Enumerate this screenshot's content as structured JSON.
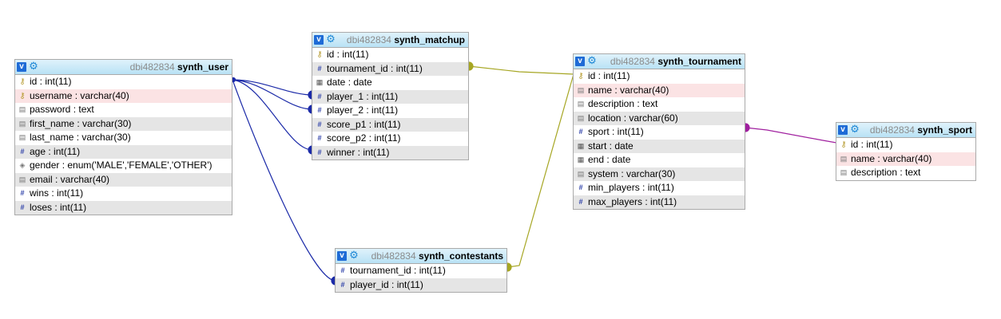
{
  "db_name": "dbi482834",
  "tables": {
    "synth_user": {
      "db": "dbi482834",
      "name": "synth_user",
      "columns": [
        {
          "text": "id : int(11)",
          "icon": "key-icon"
        },
        {
          "text": "username : varchar(40)",
          "icon": "key-icon"
        },
        {
          "text": "password : text",
          "icon": "text-icon"
        },
        {
          "text": "first_name : varchar(30)",
          "icon": "text-icon"
        },
        {
          "text": "last_name : varchar(30)",
          "icon": "text-icon"
        },
        {
          "text": "age : int(11)",
          "icon": "number-icon"
        },
        {
          "text": "gender : enum('MALE','FEMALE','OTHER')",
          "icon": "enum-icon"
        },
        {
          "text": "email : varchar(40)",
          "icon": "text-icon"
        },
        {
          "text": "wins : int(11)",
          "icon": "number-icon"
        },
        {
          "text": "loses : int(11)",
          "icon": "number-icon"
        }
      ]
    },
    "synth_matchup": {
      "db": "dbi482834",
      "name": "synth_matchup",
      "columns": [
        {
          "text": "id : int(11)",
          "icon": "key-icon"
        },
        {
          "text": "tournament_id : int(11)",
          "icon": "number-icon"
        },
        {
          "text": "date : date",
          "icon": "date-icon"
        },
        {
          "text": "player_1 : int(11)",
          "icon": "number-icon"
        },
        {
          "text": "player_2 : int(11)",
          "icon": "number-icon"
        },
        {
          "text": "score_p1 : int(11)",
          "icon": "number-icon"
        },
        {
          "text": "score_p2 : int(11)",
          "icon": "number-icon"
        },
        {
          "text": "winner : int(11)",
          "icon": "number-icon"
        }
      ]
    },
    "synth_tournament": {
      "db": "dbi482834",
      "name": "synth_tournament",
      "columns": [
        {
          "text": "id : int(11)",
          "icon": "key-icon"
        },
        {
          "text": "name : varchar(40)",
          "icon": "text-icon"
        },
        {
          "text": "description : text",
          "icon": "text-icon"
        },
        {
          "text": "location : varchar(60)",
          "icon": "text-icon"
        },
        {
          "text": "sport : int(11)",
          "icon": "number-icon"
        },
        {
          "text": "start : date",
          "icon": "date-icon"
        },
        {
          "text": "end : date",
          "icon": "date-icon"
        },
        {
          "text": "system : varchar(30)",
          "icon": "text-icon"
        },
        {
          "text": "min_players : int(11)",
          "icon": "number-icon"
        },
        {
          "text": "max_players : int(11)",
          "icon": "number-icon"
        }
      ]
    },
    "synth_contestants": {
      "db": "dbi482834",
      "name": "synth_contestants",
      "columns": [
        {
          "text": "tournament_id : int(11)",
          "icon": "number-icon"
        },
        {
          "text": "player_id : int(11)",
          "icon": "number-icon"
        }
      ]
    },
    "synth_sport": {
      "db": "dbi482834",
      "name": "synth_sport",
      "columns": [
        {
          "text": "id : int(11)",
          "icon": "key-icon"
        },
        {
          "text": "name : varchar(40)",
          "icon": "text-icon"
        },
        {
          "text": "description : text",
          "icon": "text-icon"
        }
      ]
    }
  },
  "colors": {
    "user_relation": "#1b2aa8",
    "tournament_relation": "#a6a623",
    "sport_relation": "#a0209f",
    "row_alt": "#e5e5e5",
    "row_pk": "#fbe3e4",
    "header": "#b9e2f5"
  },
  "icons": {
    "checkbox": "checkbox-icon",
    "settings": "gear-icon"
  }
}
